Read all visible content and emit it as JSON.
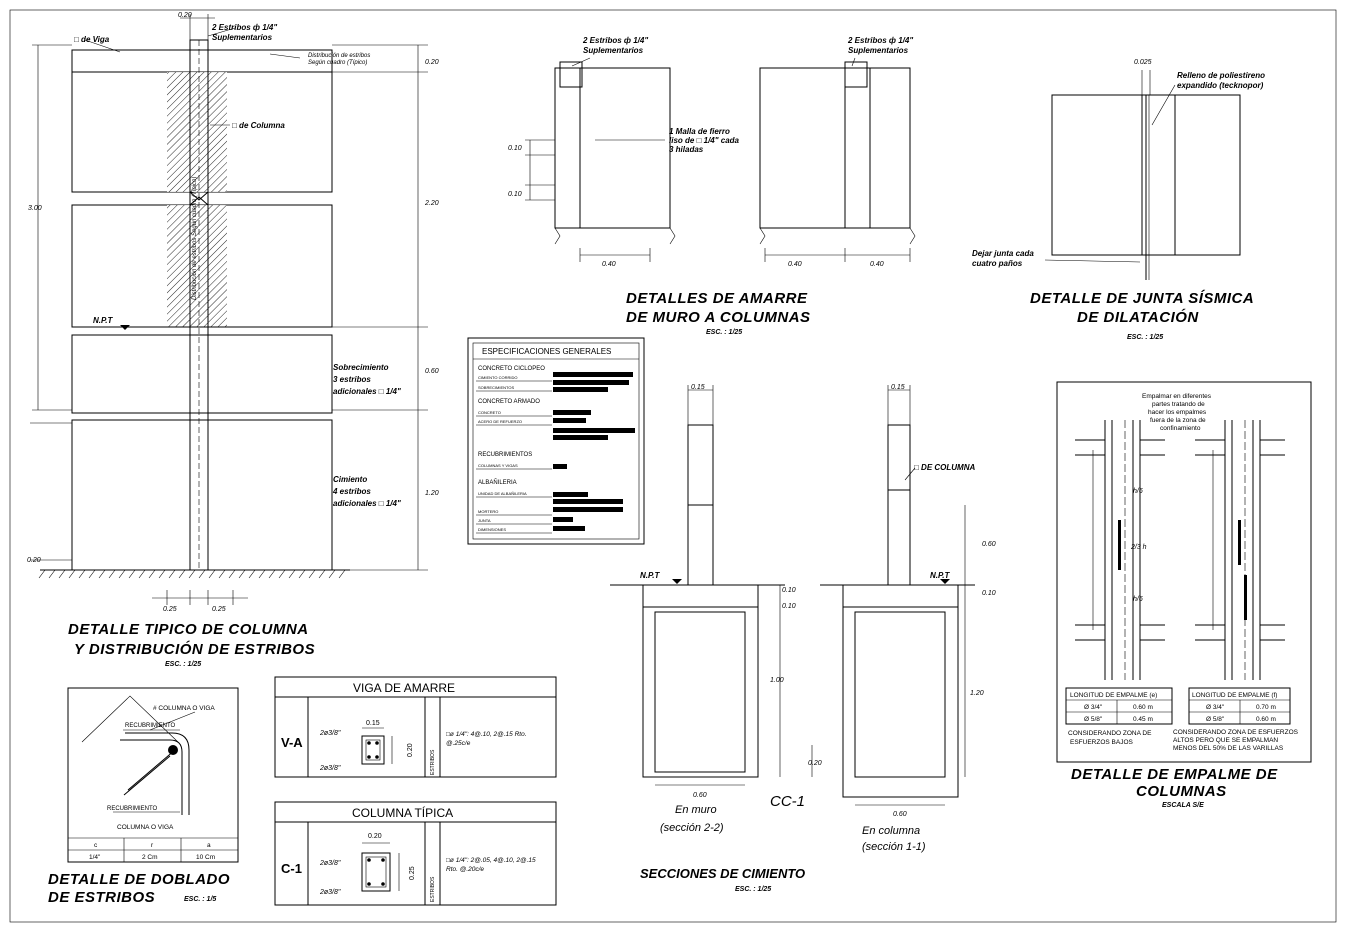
{
  "col": {
    "dim_top": "0.20",
    "stirrups": "2 Estribos ф 1/4\"",
    "suplementarios": "Suplementarios",
    "viga": "□ de Viga",
    "dist_estribos": "Distribución de estribos",
    "segun_cuadro": "Según cuadro (Típico)",
    "de_columna": "□ de Columna",
    "dist_vertical": "Distribución de estribos Según cuadro (Típico)",
    "npt": "N.P.T",
    "h_total": "3.00",
    "d1": "0.20",
    "d2": "2.20",
    "d3": "0.60",
    "d4": "1.20",
    "d_left": "0.20",
    "sobrec": [
      "Sobrecimiento",
      "3 estribos",
      "adicionales □ 1/4\""
    ],
    "cim": [
      "Cimiento",
      "4 estribos",
      "adicionales □ 1/4\""
    ],
    "w1": "0.25",
    "w2": "0.25",
    "title1": "DETALLE TIPICO DE COLUMNA",
    "title2": "Y DISTRIBUCIÓN DE ESTRIBOS",
    "scale": "ESC. : 1/25"
  },
  "amarre": {
    "label1": "2 Estribos ф 1/4\"",
    "label2": "Suplementarios",
    "malla": [
      "1 Malla de fierro",
      "liso de □ 1/4\" cada",
      "3 hiladas"
    ],
    "d1": "0.10",
    "d2": "0.10",
    "w1": "0.40",
    "w2": "0.40",
    "w3": "0.40",
    "title1": "DETALLES DE AMARRE",
    "title2": "DE MURO A COLUMNAS",
    "scale": "ESC. : 1/25"
  },
  "junta": {
    "dim": "0.025",
    "relleno": [
      "Relleno de poliestireno",
      "expandido (tecknopor)"
    ],
    "dejar": [
      "Dejar junta cada",
      "cuatro paños"
    ],
    "title1": "DETALLE DE JUNTA SÍSMICA",
    "title2": "DE DILATACIÓN",
    "scale": "ESC. : 1/25"
  },
  "specs": {
    "title": "ESPECIFICACIONES GENERALES",
    "items": [
      "CONCRETO CICLOPEO",
      "CIMIENTO CORRIDO",
      "SOBRECIMIENTOS",
      "CONCRETO ARMADO",
      "CONCRETO",
      "ACERO DE REFUERZO",
      "RECUBRIMIENTOS",
      "COLUMNAS Y VIGAS",
      "ALBAÑILERIA",
      "UNIDAD DE ALBAÑILERIA",
      "MORTERO",
      "JUNTA",
      "DIMENSIONES"
    ]
  },
  "cim": {
    "w_top1": "0.15",
    "w_top2": "0.15",
    "de_columna": "□ DE COLUMNA",
    "npt1": "N.P.T",
    "npt2": "N.P.T",
    "d060": "0.60",
    "d010a": "0.10",
    "d010b": "0.10",
    "d010c": "0.10",
    "d100": "1.00",
    "d120": "1.20",
    "d020": "0.20",
    "w060a": "0.60",
    "w060b": "0.60",
    "cc": "CC-1",
    "muro": [
      "En muro",
      "(sección 2-2)"
    ],
    "columna": [
      "En columna",
      "(sección 1-1)"
    ],
    "title": "SECCIONES DE CIMIENTO",
    "scale": "ESC. : 1/25"
  },
  "empalme": {
    "note": [
      "Empalmar en diferentes",
      "partes tratando de",
      "hacer los empalmes",
      "fuera de la zona de",
      "confinamiento"
    ],
    "h6a": "h/6",
    "h23": "2/3 h",
    "h6b": "h/6",
    "t1": {
      "header": "LONGITUD DE EMPALME (e)",
      "rows": [
        [
          "Ø 3/4\"",
          "0.60 m"
        ],
        [
          "Ø 5/8\"",
          "0.45 m"
        ]
      ],
      "note": [
        "CONSIDERANDO ZONA DE",
        "ESFUERZOS BAJOS"
      ]
    },
    "t2": {
      "header": "LONGITUD DE EMPALME (f)",
      "rows": [
        [
          "Ø 3/4\"",
          "0.70 m"
        ],
        [
          "Ø 5/8\"",
          "0.60 m"
        ]
      ],
      "note": [
        "CONSIDERANDO ZONA DE ESFUERZOS",
        "ALTOS PERO QUE SE EMPALMAN",
        "MENOS DEL 50% DE LAS VARILLAS"
      ]
    },
    "title1": "DETALLE DE EMPALME DE",
    "title2": "COLUMNAS",
    "scale": "ESCALA S/E"
  },
  "doblado": {
    "eje": "# COLUMNA O VIGA",
    "recub1": "RECUBRIMIENTO",
    "recub2": "RECUBRIMIENTO",
    "caption": "COLUMNA O VIGA",
    "headers": [
      "c",
      "r",
      "a"
    ],
    "values": [
      "1/4\"",
      "2 Cm",
      "10 Cm"
    ],
    "title1": "DETALLE DE DOBLADO",
    "title2": "DE ESTRIBOS",
    "scale": "ESC. : 1/5"
  },
  "viga": {
    "header": "VIGA DE AMARRE",
    "code": "V-A",
    "bar_top": "2ø3/8\"",
    "bar_bot": "2ø3/8\"",
    "w": "0.15",
    "h": "0.20",
    "side": "ESTRIBOS",
    "estribos": [
      "□ø 1/4\": 4@.10, 2@.15 Rto.",
      "@.25c/e"
    ]
  },
  "columna": {
    "header": "COLUMNA TÍPICA",
    "code": "C-1",
    "bar_top": "2ø3/8\"",
    "bar_bot": "2ø3/8\"",
    "w": "0.20",
    "h": "0.25",
    "side": "ESTRIBOS",
    "estribos": [
      "□ø 1/4\": 2@.05, 4@.10, 2@.15",
      "Rto. @.20c/e"
    ]
  }
}
